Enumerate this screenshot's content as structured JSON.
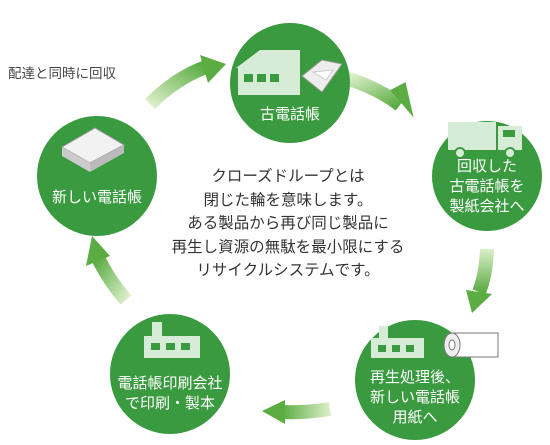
{
  "note": "配達と同時に回収",
  "center_text": "クローズドループとは\n閉じた輪を意味します。\nある製品から再び同じ製品に\n再生し資源の無駄を最小限にする\nリサイクルシステムです。",
  "nodes": [
    {
      "id": "old-directory",
      "label": "古電話帳"
    },
    {
      "id": "collected",
      "label": "回収した\n古電話帳を\n製紙会社へ"
    },
    {
      "id": "recycled-paper",
      "label": "再生処理後、\n新しい電話帳\n用紙へ"
    },
    {
      "id": "printing",
      "label": "電話帳印刷会社\nで印刷・製本"
    },
    {
      "id": "new-directory",
      "label": "新しい電話帳"
    }
  ],
  "colors": {
    "circle": "#3a9a3f",
    "arrow": "#6bb84d",
    "arrow_light": "#dcefc9",
    "icon_fill": "#d6ecd6",
    "text": "#333333"
  },
  "icons": [
    "house-icon",
    "envelope-icon",
    "truck-icon",
    "factory-icon",
    "paper-roll-icon",
    "book-icon"
  ]
}
